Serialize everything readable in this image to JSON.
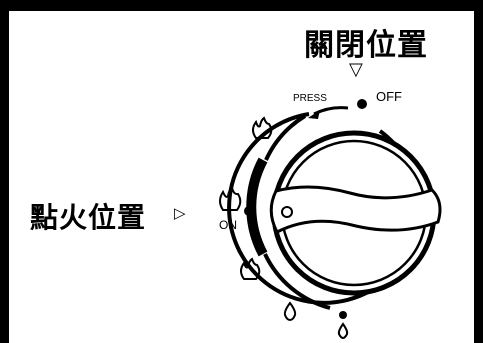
{
  "off_position": {
    "title": "關閉位置",
    "marker": "▽"
  },
  "ignition_position": {
    "title": "點火位置",
    "marker": "▷"
  },
  "dial": {
    "press_label": "PRESS",
    "off_label": "OFF",
    "on_label": "ON"
  }
}
